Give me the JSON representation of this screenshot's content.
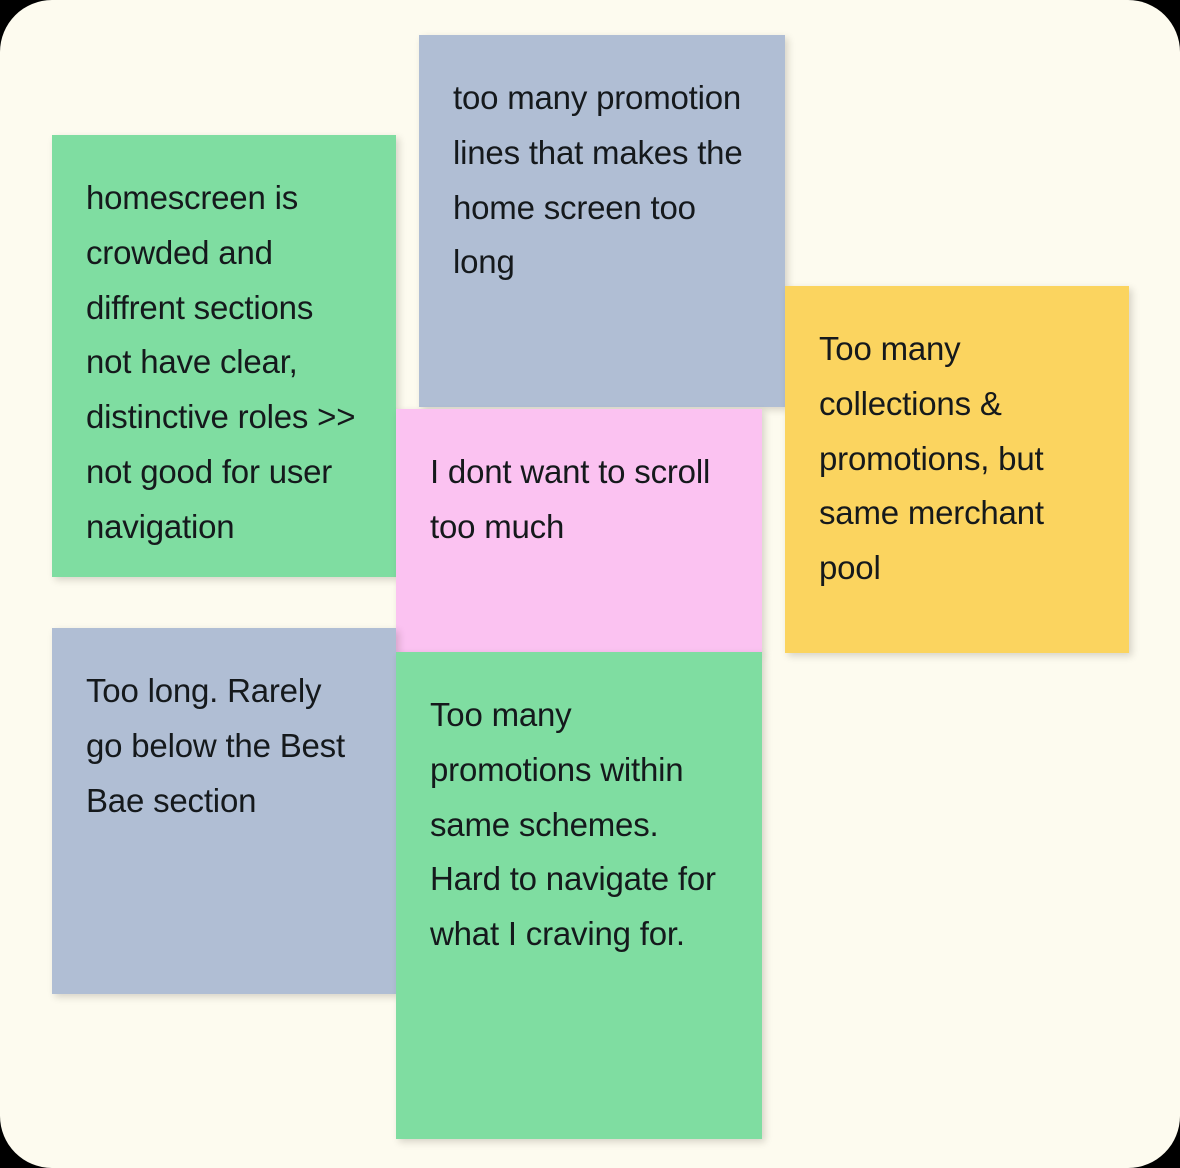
{
  "board": {
    "canvas_background_color": "#FDFBEF",
    "outer_background_color": "#000000",
    "note_text_color": "#15191C"
  },
  "palette": {
    "green": "#7FDDA1",
    "blue_gray": "#B0BED4",
    "yellow": "#FBD45F",
    "pink": "#FBC2F1"
  },
  "notes": [
    {
      "id": "homescreen-crowded",
      "color_name": "green",
      "color": "#7FDDA1",
      "text": "homescreen is crowded and diffrent sections not have clear, distinctive roles >> not good for user navigation"
    },
    {
      "id": "too-many-promotion-lines",
      "color_name": "blue-gray",
      "color": "#B0BED4",
      "text": "too many promotion lines that makes the home screen too long"
    },
    {
      "id": "too-many-collections",
      "color_name": "yellow",
      "color": "#FBD45F",
      "text": "Too many collections & promotions, but same merchant pool"
    },
    {
      "id": "dont-scroll",
      "color_name": "pink",
      "color": "#FBC2F1",
      "text": "I dont want to scroll too much"
    },
    {
      "id": "too-long-best-bae",
      "color_name": "blue-gray",
      "color": "#B0BED4",
      "text": "Too long. Rarely go below the Best Bae section"
    },
    {
      "id": "too-many-promotions-schemes",
      "color_name": "green",
      "color": "#7FDDA1",
      "text": "Too many promotions within same schemes. Hard to navigate for what I craving for."
    }
  ]
}
